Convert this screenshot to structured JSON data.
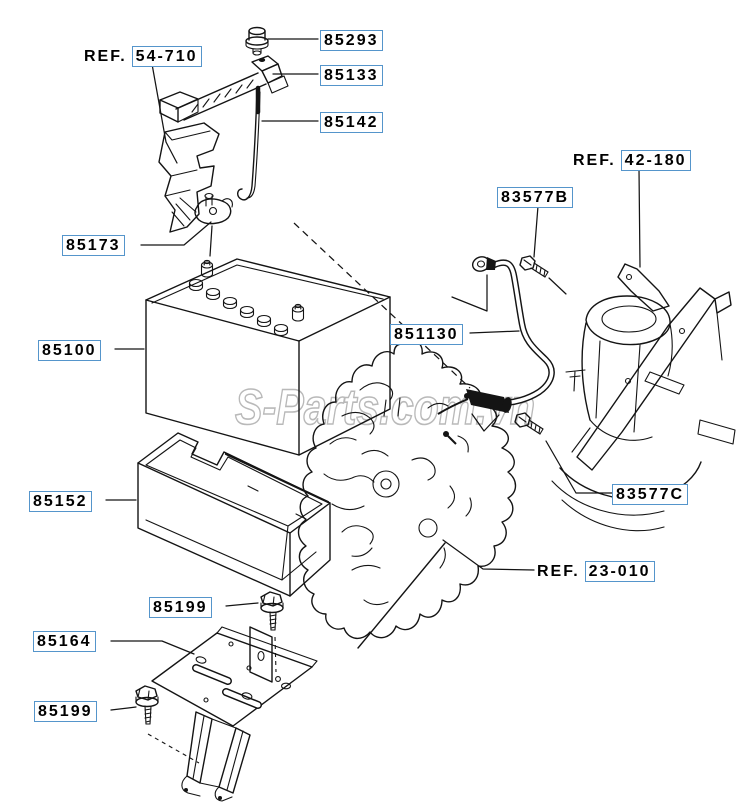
{
  "diagram": {
    "watermark": "S-Parts.com.vn",
    "ref_prefix": "REF.",
    "parts": {
      "p85293": "85293",
      "p85133": "85133",
      "p85142": "85142",
      "ref_54_710": "54-710",
      "p85173": "85173",
      "p85100": "85100",
      "p851130": "851130",
      "p83577B": "83577B",
      "ref_42_180": "42-180",
      "p83577C": "83577C",
      "ref_23_010": "23-010",
      "p85152": "85152",
      "p85199_top": "85199",
      "p85164": "85164",
      "p85199_left": "85199"
    },
    "colors": {
      "label_border": "#5595cb",
      "line": "#141414",
      "watermark": "#b9b9b9",
      "background": "#ffffff"
    }
  }
}
